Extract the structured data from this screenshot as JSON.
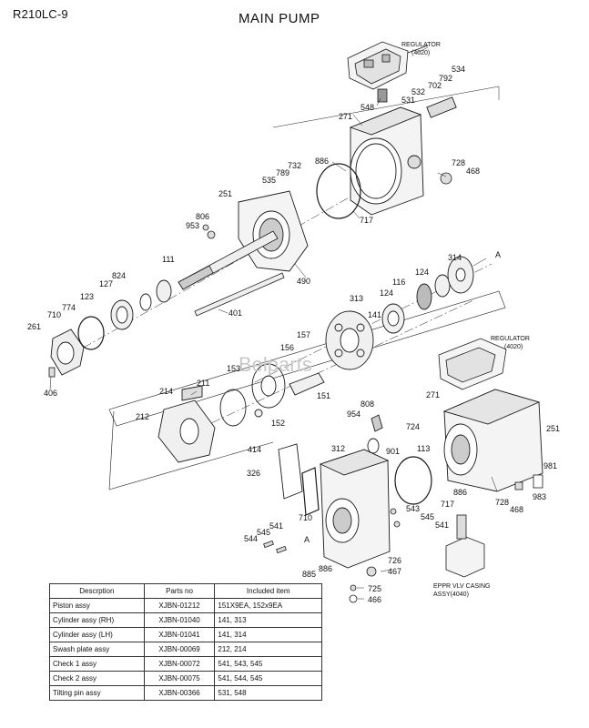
{
  "header": {
    "model": "R210LC-9",
    "title": "MAIN PUMP"
  },
  "watermark": "Belparts",
  "callouts": {
    "regulator_top_label": "REGULATOR",
    "regulator_top_code": "(4020)",
    "regulator_mid_label": "REGULATOR",
    "regulator_mid_code": "(4020)",
    "eppr_label": "EPPR VLV CASING",
    "eppr_code": "ASSY(4040)",
    "view_a_1": "A",
    "view_a_2": "A",
    "p534": "534",
    "p792": "792",
    "p702": "702",
    "p532": "532",
    "p531": "531",
    "p548_top": "548",
    "p271_top": "271",
    "p886_top": "886",
    "p732": "732",
    "p789": "789",
    "p535": "535",
    "p728_top": "728",
    "p468_top": "468",
    "p251_top": "251",
    "p806": "806",
    "p953": "953",
    "p717_top": "717",
    "p314": "314",
    "p111": "111",
    "p490": "490",
    "p824": "824",
    "p127": "127",
    "p116": "116",
    "p124_a": "124",
    "p774": "774",
    "p123": "123",
    "p313": "313",
    "p124_b": "124",
    "p710_left": "710",
    "p261": "261",
    "p401": "401",
    "p141": "141",
    "p157": "157",
    "p156": "156",
    "p406": "406",
    "p153": "153",
    "p211": "211",
    "p214": "214",
    "p151": "151",
    "p271_mid": "271",
    "p808": "808",
    "p954": "954",
    "p212": "212",
    "p152": "152",
    "p724": "724",
    "p251_mid": "251",
    "p414": "414",
    "p312": "312",
    "p901": "901",
    "p113": "113",
    "p326": "326",
    "p981": "981",
    "p886_mid": "886",
    "p983": "983",
    "p717_mid": "717",
    "p728_mid": "728",
    "p468_mid": "468",
    "p543": "543",
    "p710_mid": "710",
    "p545_r": "545",
    "p541_l": "541",
    "p541_r": "541",
    "p545_l": "545",
    "p544": "544",
    "p726": "726",
    "p885": "885",
    "p886_bot": "886",
    "p467": "467",
    "p725": "725",
    "p466": "466"
  },
  "parts_table": {
    "headers": [
      "Descrption",
      "Parts no",
      "Included item"
    ],
    "rows": [
      [
        "Piston assy",
        "XJBN-01212",
        "151X9EA, 152x9EA"
      ],
      [
        "Cylinder assy (RH)",
        "XJBN-01040",
        "141, 313"
      ],
      [
        "Cylinder assy (LH)",
        "XJBN-01041",
        "141, 314"
      ],
      [
        "Swash plate assy",
        "XJBN-00069",
        "212, 214"
      ],
      [
        "Check 1 assy",
        "XJBN-00072",
        "541, 543, 545"
      ],
      [
        "Check 2 assy",
        "XJBN-00075",
        "541, 544, 545"
      ],
      [
        "Tilting pin assy",
        "XJBN-00366",
        "531, 548"
      ]
    ]
  },
  "colors": {
    "line": "#1a1a1a",
    "part_fill": "#f4f4f4",
    "shade": "#9a9a9a",
    "watermark": "#c8c8c8"
  }
}
